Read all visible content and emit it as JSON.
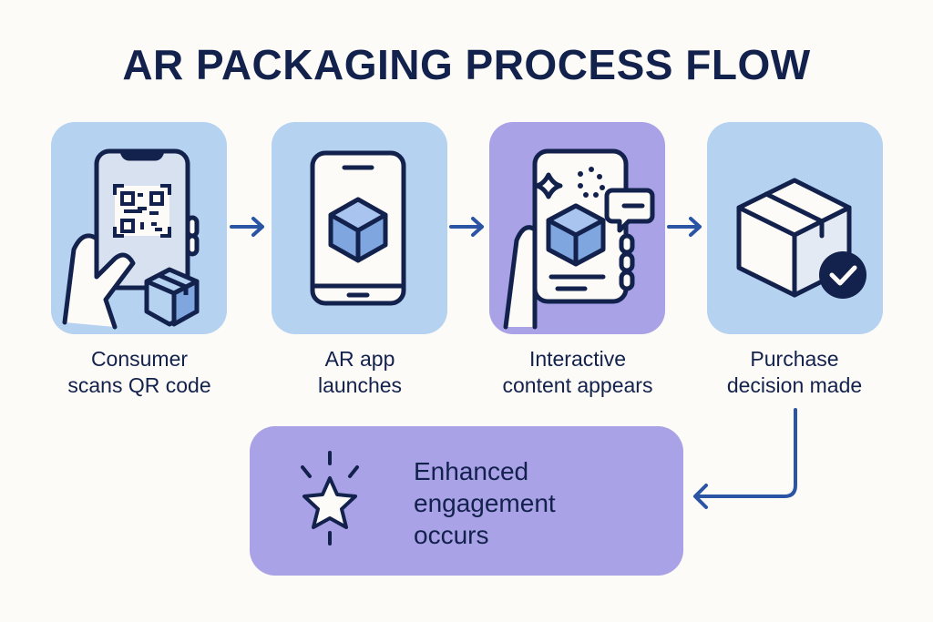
{
  "title": "AR PACKAGING PROCESS FLOW",
  "colors": {
    "navy": "#13214d",
    "blue_box": "#b5d2f0",
    "purple_box": "#a9a2e6",
    "arrow": "#2b54a4",
    "background": "#fcfbf7"
  },
  "steps": [
    {
      "label_line1": "Consumer",
      "label_line2": "scans QR code",
      "icon": "hand-phone-qr-code-icon"
    },
    {
      "label_line1": "AR app",
      "label_line2": "launches",
      "icon": "phone-cube-icon"
    },
    {
      "label_line1": "Interactive",
      "label_line2": "content appears",
      "icon": "hand-phone-ar-content-icon"
    },
    {
      "label_line1": "Purchase",
      "label_line2": "decision made",
      "icon": "box-checkmark-icon"
    }
  ],
  "final": {
    "line1": "Enhanced",
    "line2": "engagement",
    "line3": "occurs",
    "icon": "star-sparkle-icon"
  }
}
